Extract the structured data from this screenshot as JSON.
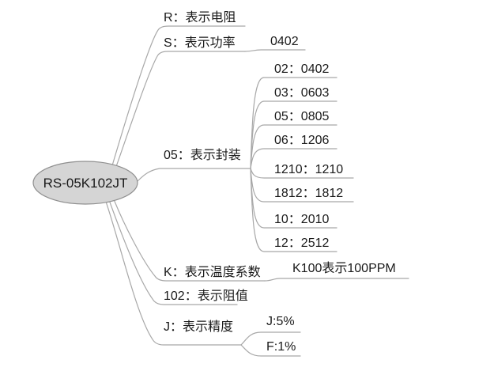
{
  "root": {
    "label": "RS-05K102JT"
  },
  "branches": [
    {
      "label": "R：表示电阻",
      "children": []
    },
    {
      "label": "S：表示功率",
      "children": [
        {
          "label": "0402"
        }
      ]
    },
    {
      "label": "05：表示封装",
      "children": [
        {
          "label": "02：0402"
        },
        {
          "label": "03：0603"
        },
        {
          "label": "05：0805"
        },
        {
          "label": "06：1206"
        },
        {
          "label": "1210：1210"
        },
        {
          "label": "1812：1812"
        },
        {
          "label": "10：2010"
        },
        {
          "label": "12：2512"
        }
      ]
    },
    {
      "label": "K：表示温度系数",
      "children": [
        {
          "label": "K100表示100PPM"
        }
      ]
    },
    {
      "label": "102：表示阻值",
      "children": []
    },
    {
      "label": "J：表示精度",
      "children": [
        {
          "label": "J:5%"
        },
        {
          "label": "F:1%"
        }
      ]
    }
  ],
  "colors": {
    "background": "#ffffff",
    "line": "#a8a8a8",
    "text": "#1a1a1a",
    "root_fill": "#d5d5d5",
    "root_stroke": "#8f8f8f"
  }
}
